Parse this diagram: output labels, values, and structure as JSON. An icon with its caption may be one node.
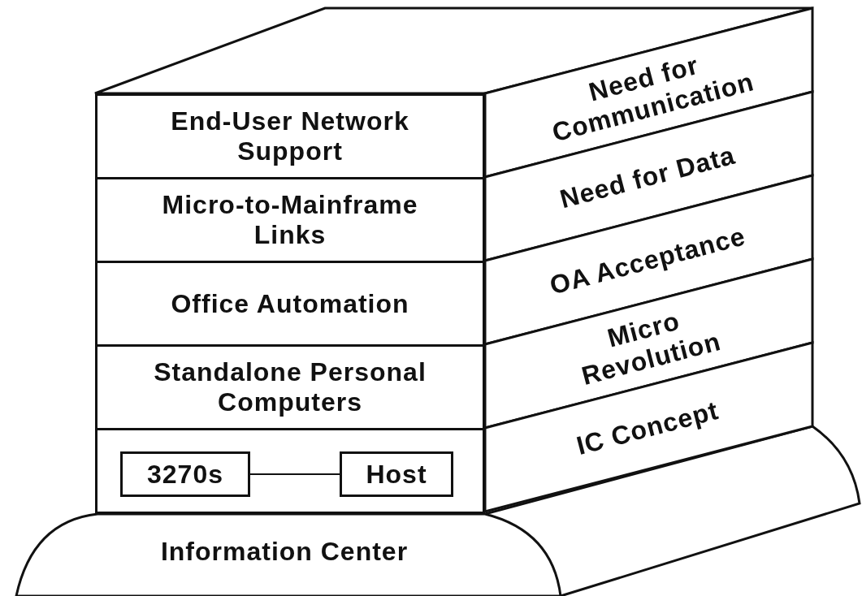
{
  "diagram": {
    "nodes": [
      {
        "text": [],
        "shape": "box"
      },
      {
        "text": [
          "End-User Network Support"
        ]
      },
      {
        "text": [
          "Micro-to-Mainframe Links"
        ]
      },
      {
        "text": [
          "Office Automation"
        ]
      },
      {
        "text": [
          "Standalone Personal Computers"
        ]
      },
      {
        "text": [],
        "shape": "box"
      },
      {
        "text": [
          "3270s"
        ],
        "in": 5
      },
      {
        "text": [
          "Host"
        ],
        "in": 5
      },
      {
        "text": [
          "Information Center"
        ]
      },
      {
        "text": [
          "Need for Communication"
        ]
      },
      {
        "text": [
          "Need for Data"
        ]
      },
      {
        "text": [
          "OA Acceptance"
        ]
      },
      {
        "text": [
          "Micro Revolution"
        ]
      },
      {
        "text": [
          "IC Concept"
        ]
      }
    ],
    "edges": [
      {
        "from": 6,
        "to": 7,
        "arrow": "none"
      }
    ]
  }
}
